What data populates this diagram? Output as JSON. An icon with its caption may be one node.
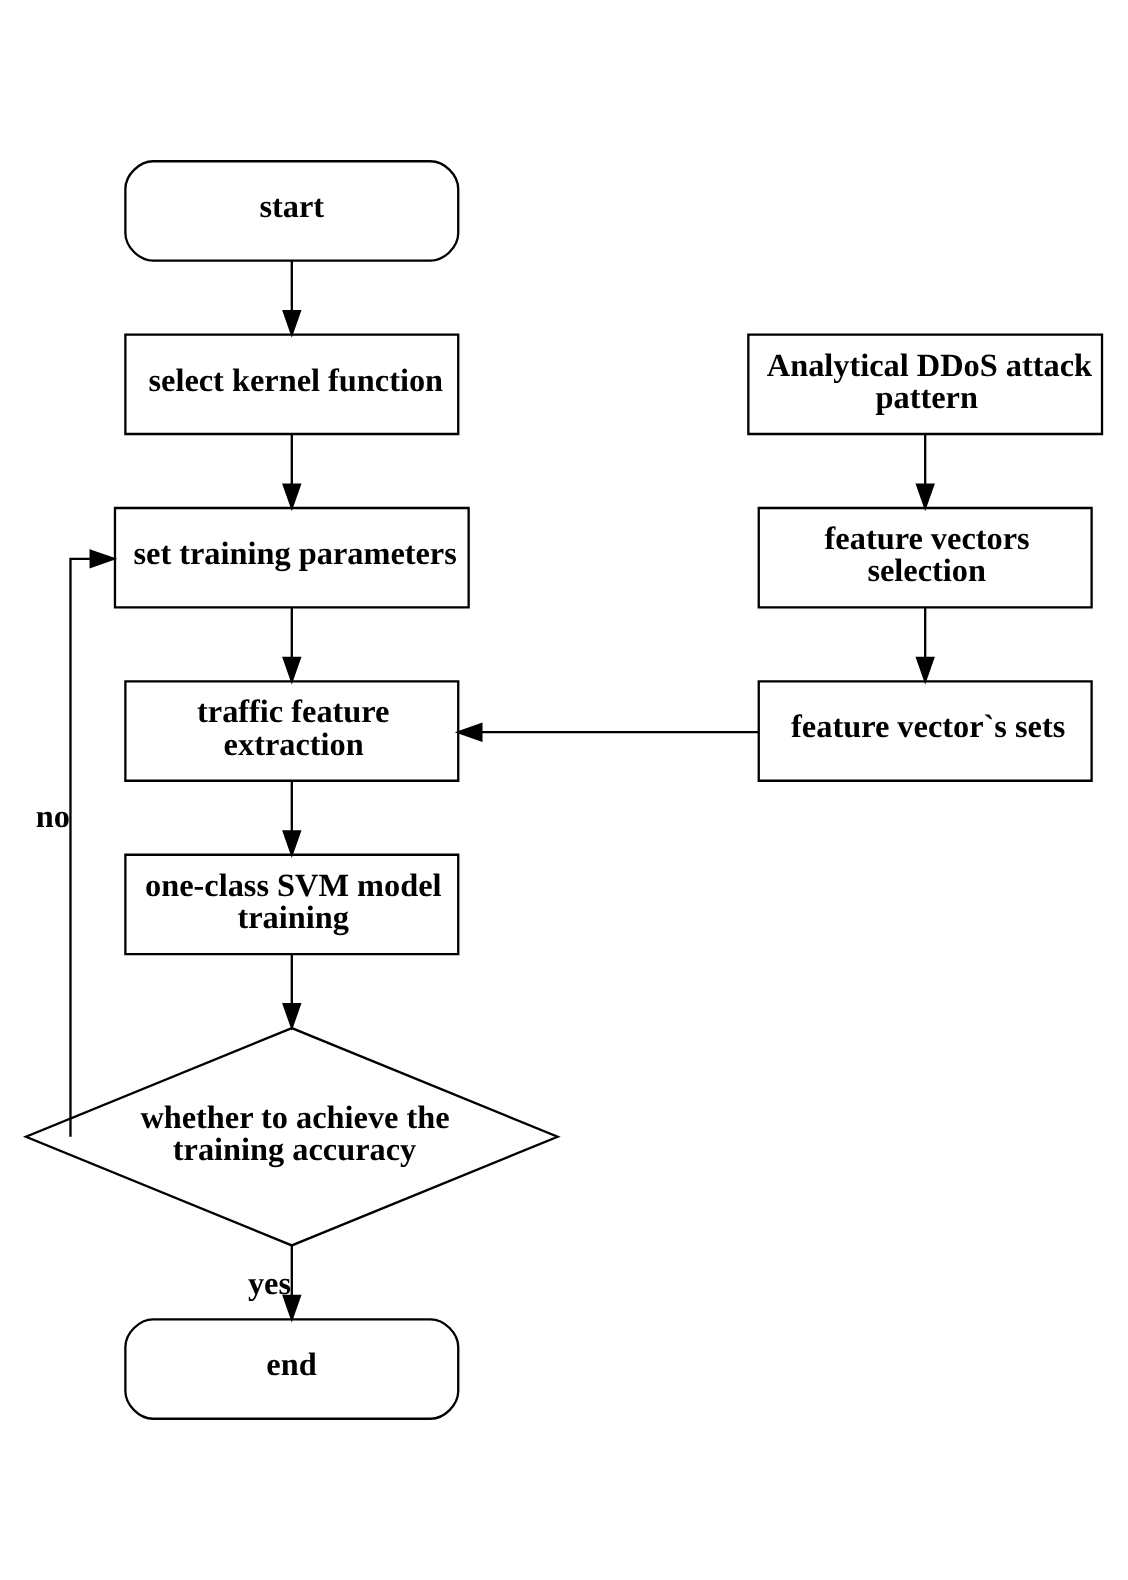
{
  "diagram": {
    "nodes": [
      {
        "text": [
          "start"
        ]
      },
      {
        "text": [
          "select kernel function"
        ]
      },
      {
        "text": [
          "set training parameters"
        ]
      },
      {
        "text": [
          "traffic feature extraction"
        ]
      },
      {
        "text": [
          "one-class SVM model training"
        ]
      },
      {
        "text": [
          "whether to achieve the training accuracy"
        ]
      },
      {
        "text": [
          "end"
        ]
      },
      {
        "text": [
          "Analytical DDoS attack pattern"
        ]
      },
      {
        "text": [
          "feature vectors selection"
        ]
      },
      {
        "text": [
          "feature vector`s sets"
        ]
      }
    ],
    "edges": [
      {
        "from": 0,
        "to": 1,
        "arrow": "to"
      },
      {
        "from": 1,
        "to": 2,
        "arrow": "to"
      },
      {
        "from": 2,
        "to": 3,
        "arrow": "to"
      },
      {
        "from": 3,
        "to": 4,
        "arrow": "to"
      },
      {
        "from": 4,
        "to": 5,
        "arrow": "to"
      },
      {
        "from": 5,
        "to": 6,
        "arrow": "to",
        "label": "yes"
      },
      {
        "from": 5,
        "to": 2,
        "arrow": "to",
        "label": "no"
      },
      {
        "from": 7,
        "to": 8,
        "arrow": "to"
      },
      {
        "from": 8,
        "to": 9,
        "arrow": "to"
      },
      {
        "from": 9,
        "to": 3,
        "arrow": "to"
      }
    ]
  }
}
